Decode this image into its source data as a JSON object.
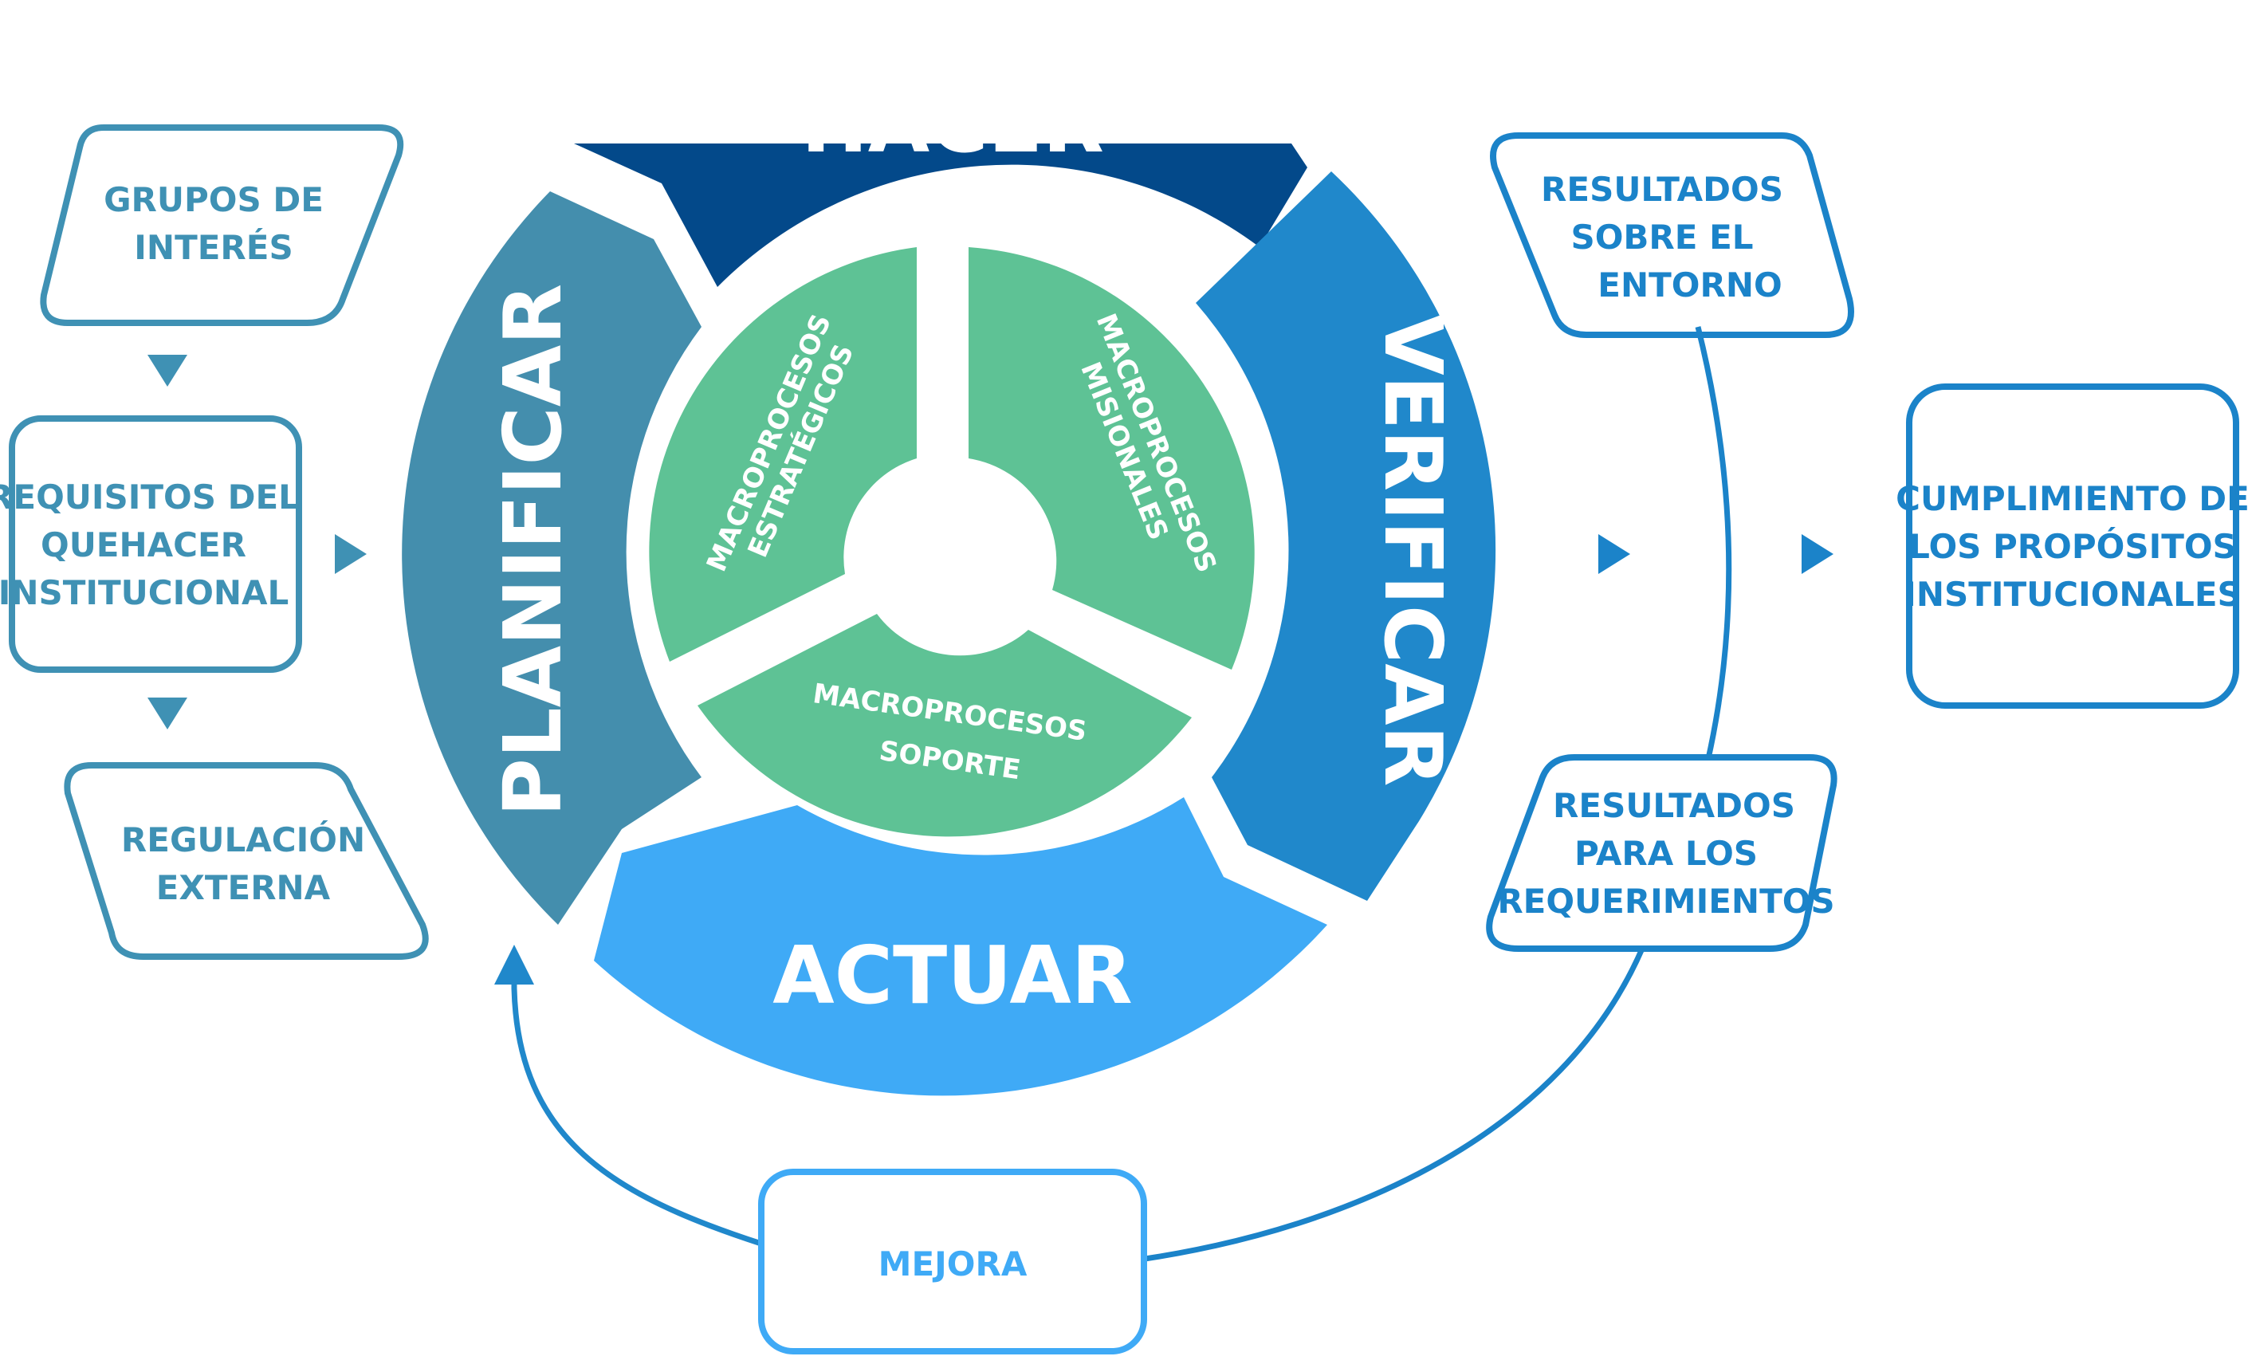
{
  "colors": {
    "hacer": "#03498a",
    "verificar": "#2088cb",
    "actuar": "#3faaf6",
    "planificar": "#448ead",
    "macro": "#5ec295",
    "input_border": "#3f91b4",
    "output_border": "#1b83c9",
    "mejora_border": "#3faaf6"
  },
  "cycle": {
    "hacer": "HACER",
    "verificar": "VERIFICAR",
    "actuar": "ACTUAR",
    "planificar": "PLANIFICAR"
  },
  "macroprocesos": {
    "estrategicos": [
      "MACROPROCESOS",
      "ESTRATÉGICOS"
    ],
    "misionales": [
      "MACROPROCESOS",
      "MISIONALES"
    ],
    "soporte": [
      "MACROPROCESOS",
      "SOPORTE"
    ]
  },
  "inputs": {
    "grupos": [
      "GRUPOS DE",
      "INTERÉS"
    ],
    "requisitos": [
      "REQUISITOS DEL",
      "QUEHACER",
      "INSTITUCIONAL"
    ],
    "regulacion": [
      "REGULACIÓN",
      "EXTERNA"
    ]
  },
  "outputs": {
    "entorno": [
      "RESULTADOS",
      "SOBRE EL",
      "ENTORNO"
    ],
    "requerimientos": [
      "RESULTADOS",
      "PARA LOS",
      "REQUERIMIENTOS"
    ],
    "cumplimiento": [
      "CUMPLIMIENTO DE",
      "LOS PROPÓSITOS",
      "INSTITUCIONALES"
    ]
  },
  "mejora": "MEJORA"
}
